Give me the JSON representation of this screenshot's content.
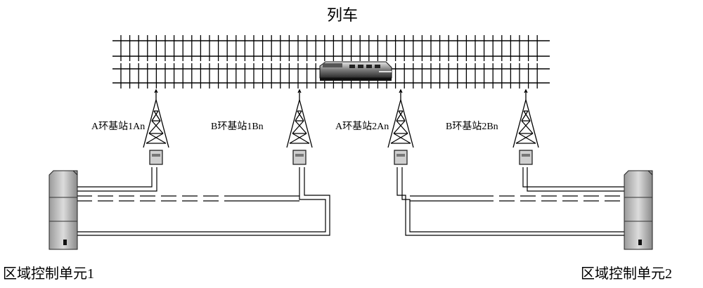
{
  "title": "列车",
  "base_stations": [
    {
      "label": "A环基站1An"
    },
    {
      "label": "B环基站1Bn"
    },
    {
      "label": "A环基站2An"
    },
    {
      "label": "B环基站2Bn"
    }
  ],
  "zone_controllers": [
    {
      "label": "区域控制单元1"
    },
    {
      "label": "区域控制单元2"
    }
  ]
}
